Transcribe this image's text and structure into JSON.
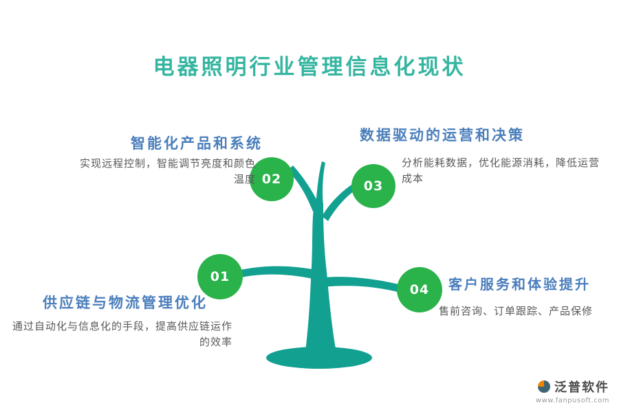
{
  "title": "电器照明行业管理信息化现状",
  "items": [
    {
      "number": "01",
      "heading": "供应链与物流管理优化",
      "body": "通过自动化与信息化的手段，提高供应链运作\n的效率"
    },
    {
      "number": "02",
      "heading": "智能化产品和系统",
      "body": "实现远程控制，智能调节亮度和颜色\n温度"
    },
    {
      "number": "03",
      "heading": "数据驱动的运营和决策",
      "body": "分析能耗数据，优化能源消耗，降低运营\n成本"
    },
    {
      "number": "04",
      "heading": "客户服务和体验提升",
      "body": "售前咨询、订单跟踪、产品保修"
    }
  ],
  "logo": {
    "name": "泛普软件",
    "url": "www.fanpusoft.com"
  },
  "colors": {
    "title": "#35b5a0",
    "heading_blue": "#4a7ebb",
    "body_gray": "#595959",
    "circle_green": "#2ab24b",
    "tree_teal": "#12a091",
    "logo_orange": "#f08300",
    "logo_dark": "#3d6575"
  }
}
